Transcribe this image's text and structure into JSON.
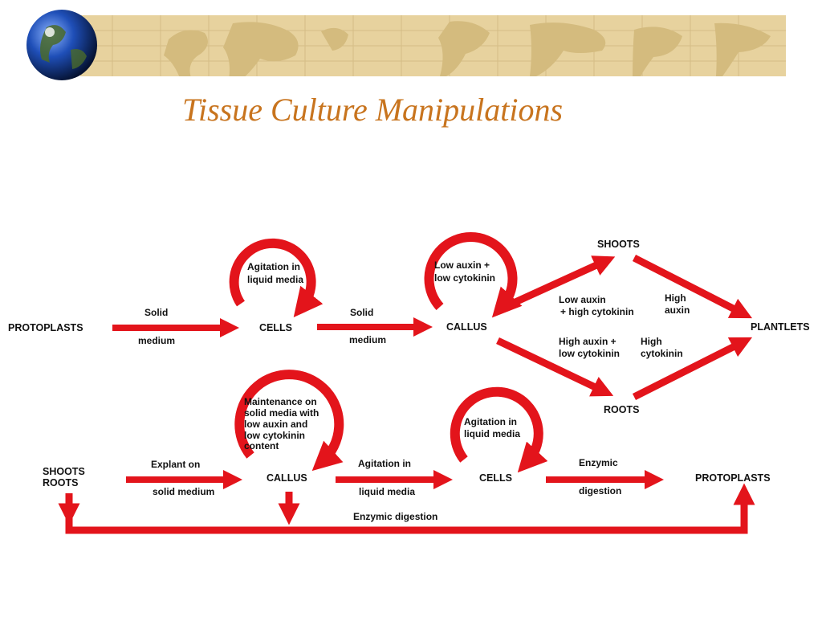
{
  "slide": {
    "title": "Tissue Culture Manipulations",
    "colors": {
      "accent": "#c8741e",
      "arrow": "#e3141b",
      "band": "#e7d29e",
      "map": "#d4bb7e"
    }
  },
  "icons": {
    "globe": "globe-icon"
  },
  "diagram": {
    "nodes": {
      "protoplasts_top": "PROTOPLASTS",
      "cells_top": "CELLS",
      "callus_top": "CALLUS",
      "shoots": "SHOOTS",
      "roots": "ROOTS",
      "plantlets": "PLANTLETS",
      "shoots_roots_line1": "SHOOTS",
      "shoots_roots_line2": "ROOTS",
      "callus_bottom": "CALLUS",
      "cells_bottom": "CELLS",
      "protoplasts_bottom": "PROTOPLASTS"
    },
    "labels": {
      "solid_1_a": "Solid",
      "solid_1_b": "medium",
      "solid_2_a": "Solid",
      "solid_2_b": "medium",
      "loop_agitation_top": [
        "Agitation in",
        "liquid media"
      ],
      "loop_low_auxin": [
        "Low auxin +",
        "low cytokinin"
      ],
      "low_auxin_high_cyto": [
        "Low auxin",
        "+ high cytokinin"
      ],
      "high_auxin": [
        "High",
        "auxin"
      ],
      "high_auxin_low_cyto": [
        "High auxin +",
        "low cytokinin"
      ],
      "high_cytokinin": [
        "High",
        "cytokinin"
      ],
      "loop_maintenance": [
        "Maintenance on",
        "solid media with",
        "low auxin and",
        "low cytokinin",
        "content"
      ],
      "explant_a": "Explant on",
      "explant_b": "solid medium",
      "agitation_bottom_a": "Agitation in",
      "agitation_bottom_b": "liquid media",
      "loop_agitation_bottom": [
        "Agitation in",
        "liquid media"
      ],
      "enzymic_a": "Enzymic",
      "enzymic_b": "digestion",
      "enzymic_digestion": "Enzymic digestion"
    }
  }
}
